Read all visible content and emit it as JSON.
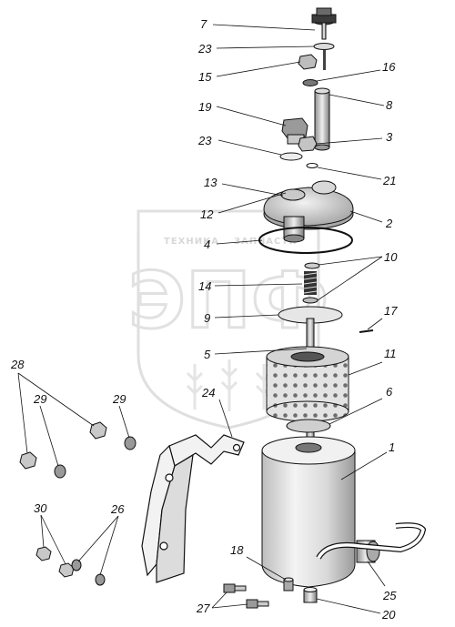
{
  "watermark": {
    "text_left": "ТЕХНИКА",
    "text_right": "ЗАПЧАСТИ",
    "logo": "ЭПФ"
  },
  "callouts": {
    "c7": "7",
    "c23a": "23",
    "c15": "15",
    "c16": "16",
    "c8": "8",
    "c19": "19",
    "c23b": "23",
    "c3": "3",
    "c21": "21",
    "c13": "13",
    "c12": "12",
    "c2": "2",
    "c4": "4",
    "c10": "10",
    "c14": "14",
    "c9": "9",
    "c17": "17",
    "c5": "5",
    "c11": "11",
    "c28": "28",
    "c29a": "29",
    "c29b": "29",
    "c24": "24",
    "c6": "6",
    "c1": "1",
    "c30": "30",
    "c26": "26",
    "c18": "18",
    "c27": "27",
    "c25": "25",
    "c20": "20"
  }
}
